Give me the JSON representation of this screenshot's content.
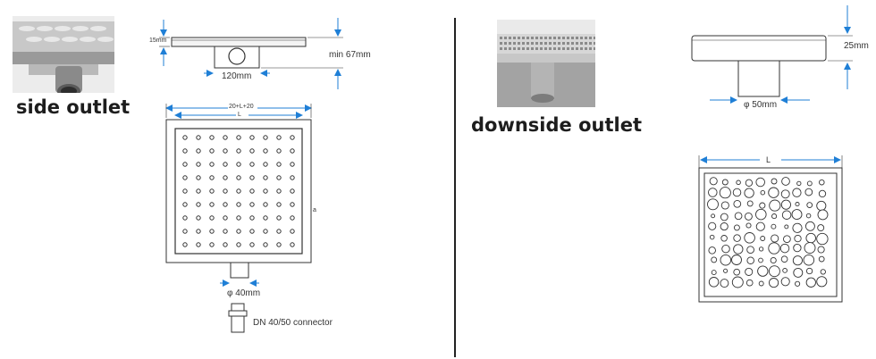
{
  "left": {
    "title": "side outlet",
    "dims": {
      "thickness": "15mm",
      "outlet_width": "120mm",
      "min_height": "min 67mm",
      "width_formula": "20+L+20",
      "length": "L",
      "pipe_dia": "φ 40mm",
      "connector": "DN 40/50 connector",
      "side_mark": "a"
    }
  },
  "right": {
    "title": "downside outlet",
    "dims": {
      "thickness": "25mm",
      "pipe_dia": "φ 50mm",
      "length": "L"
    }
  },
  "colors": {
    "arrow": "#1f7fd6",
    "line": "#333333"
  }
}
